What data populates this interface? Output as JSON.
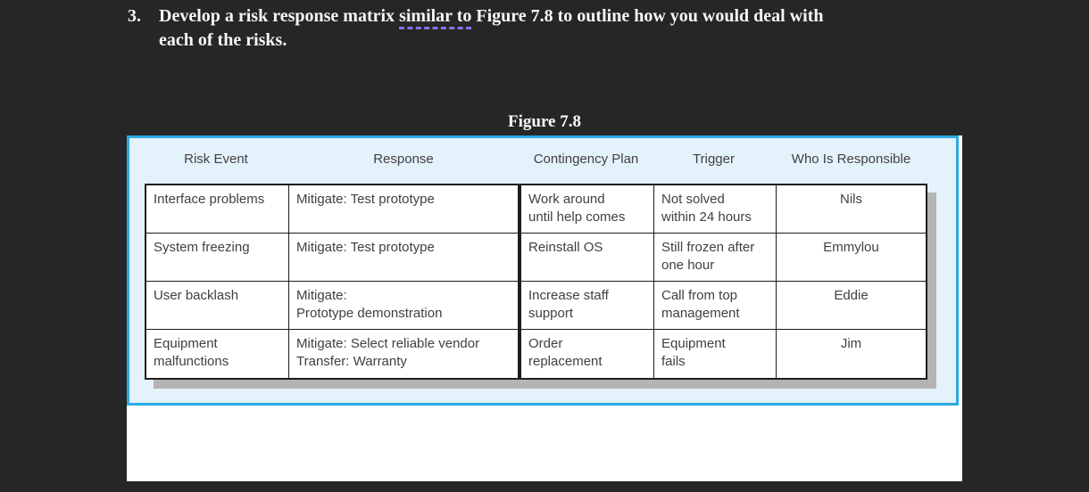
{
  "question": {
    "number": "3.",
    "text_before": "Develop a risk response matrix ",
    "underlined_phrase": "similar to",
    "text_after": " Figure 7.8 to outline how you would deal with\neach of the risks."
  },
  "figure": {
    "title": "Figure 7.8",
    "table": {
      "headers": [
        "Risk Event",
        "Response",
        "Contingency Plan",
        "Trigger",
        "Who Is Responsible"
      ],
      "rows": [
        [
          "Interface problems",
          "Mitigate: Test prototype",
          "Work around\nuntil help comes",
          "Not solved\nwithin 24 hours",
          "Nils"
        ],
        [
          "System freezing",
          "Mitigate: Test prototype",
          "Reinstall OS",
          "Still frozen after\none hour",
          "Emmylou"
        ],
        [
          "User backlash",
          "Mitigate:\nPrototype demonstration",
          "Increase staff\nsupport",
          "Call from top\nmanagement",
          "Eddie"
        ],
        [
          "Equipment\nmalfunctions",
          "Mitigate: Select reliable vendor\nTransfer: Warranty",
          "Order\nreplacement",
          "Equipment\nfails",
          "Jim"
        ]
      ]
    }
  },
  "colors": {
    "page_background": "#262626",
    "panel_border": "#29abe2",
    "panel_background": "#e4f2fc",
    "underline_purple": "#8273ea",
    "table_border": "#1d1d1d",
    "table_text": "#414042",
    "table_shadow": "#b4b4b4",
    "question_text": "#f6f6f6"
  }
}
